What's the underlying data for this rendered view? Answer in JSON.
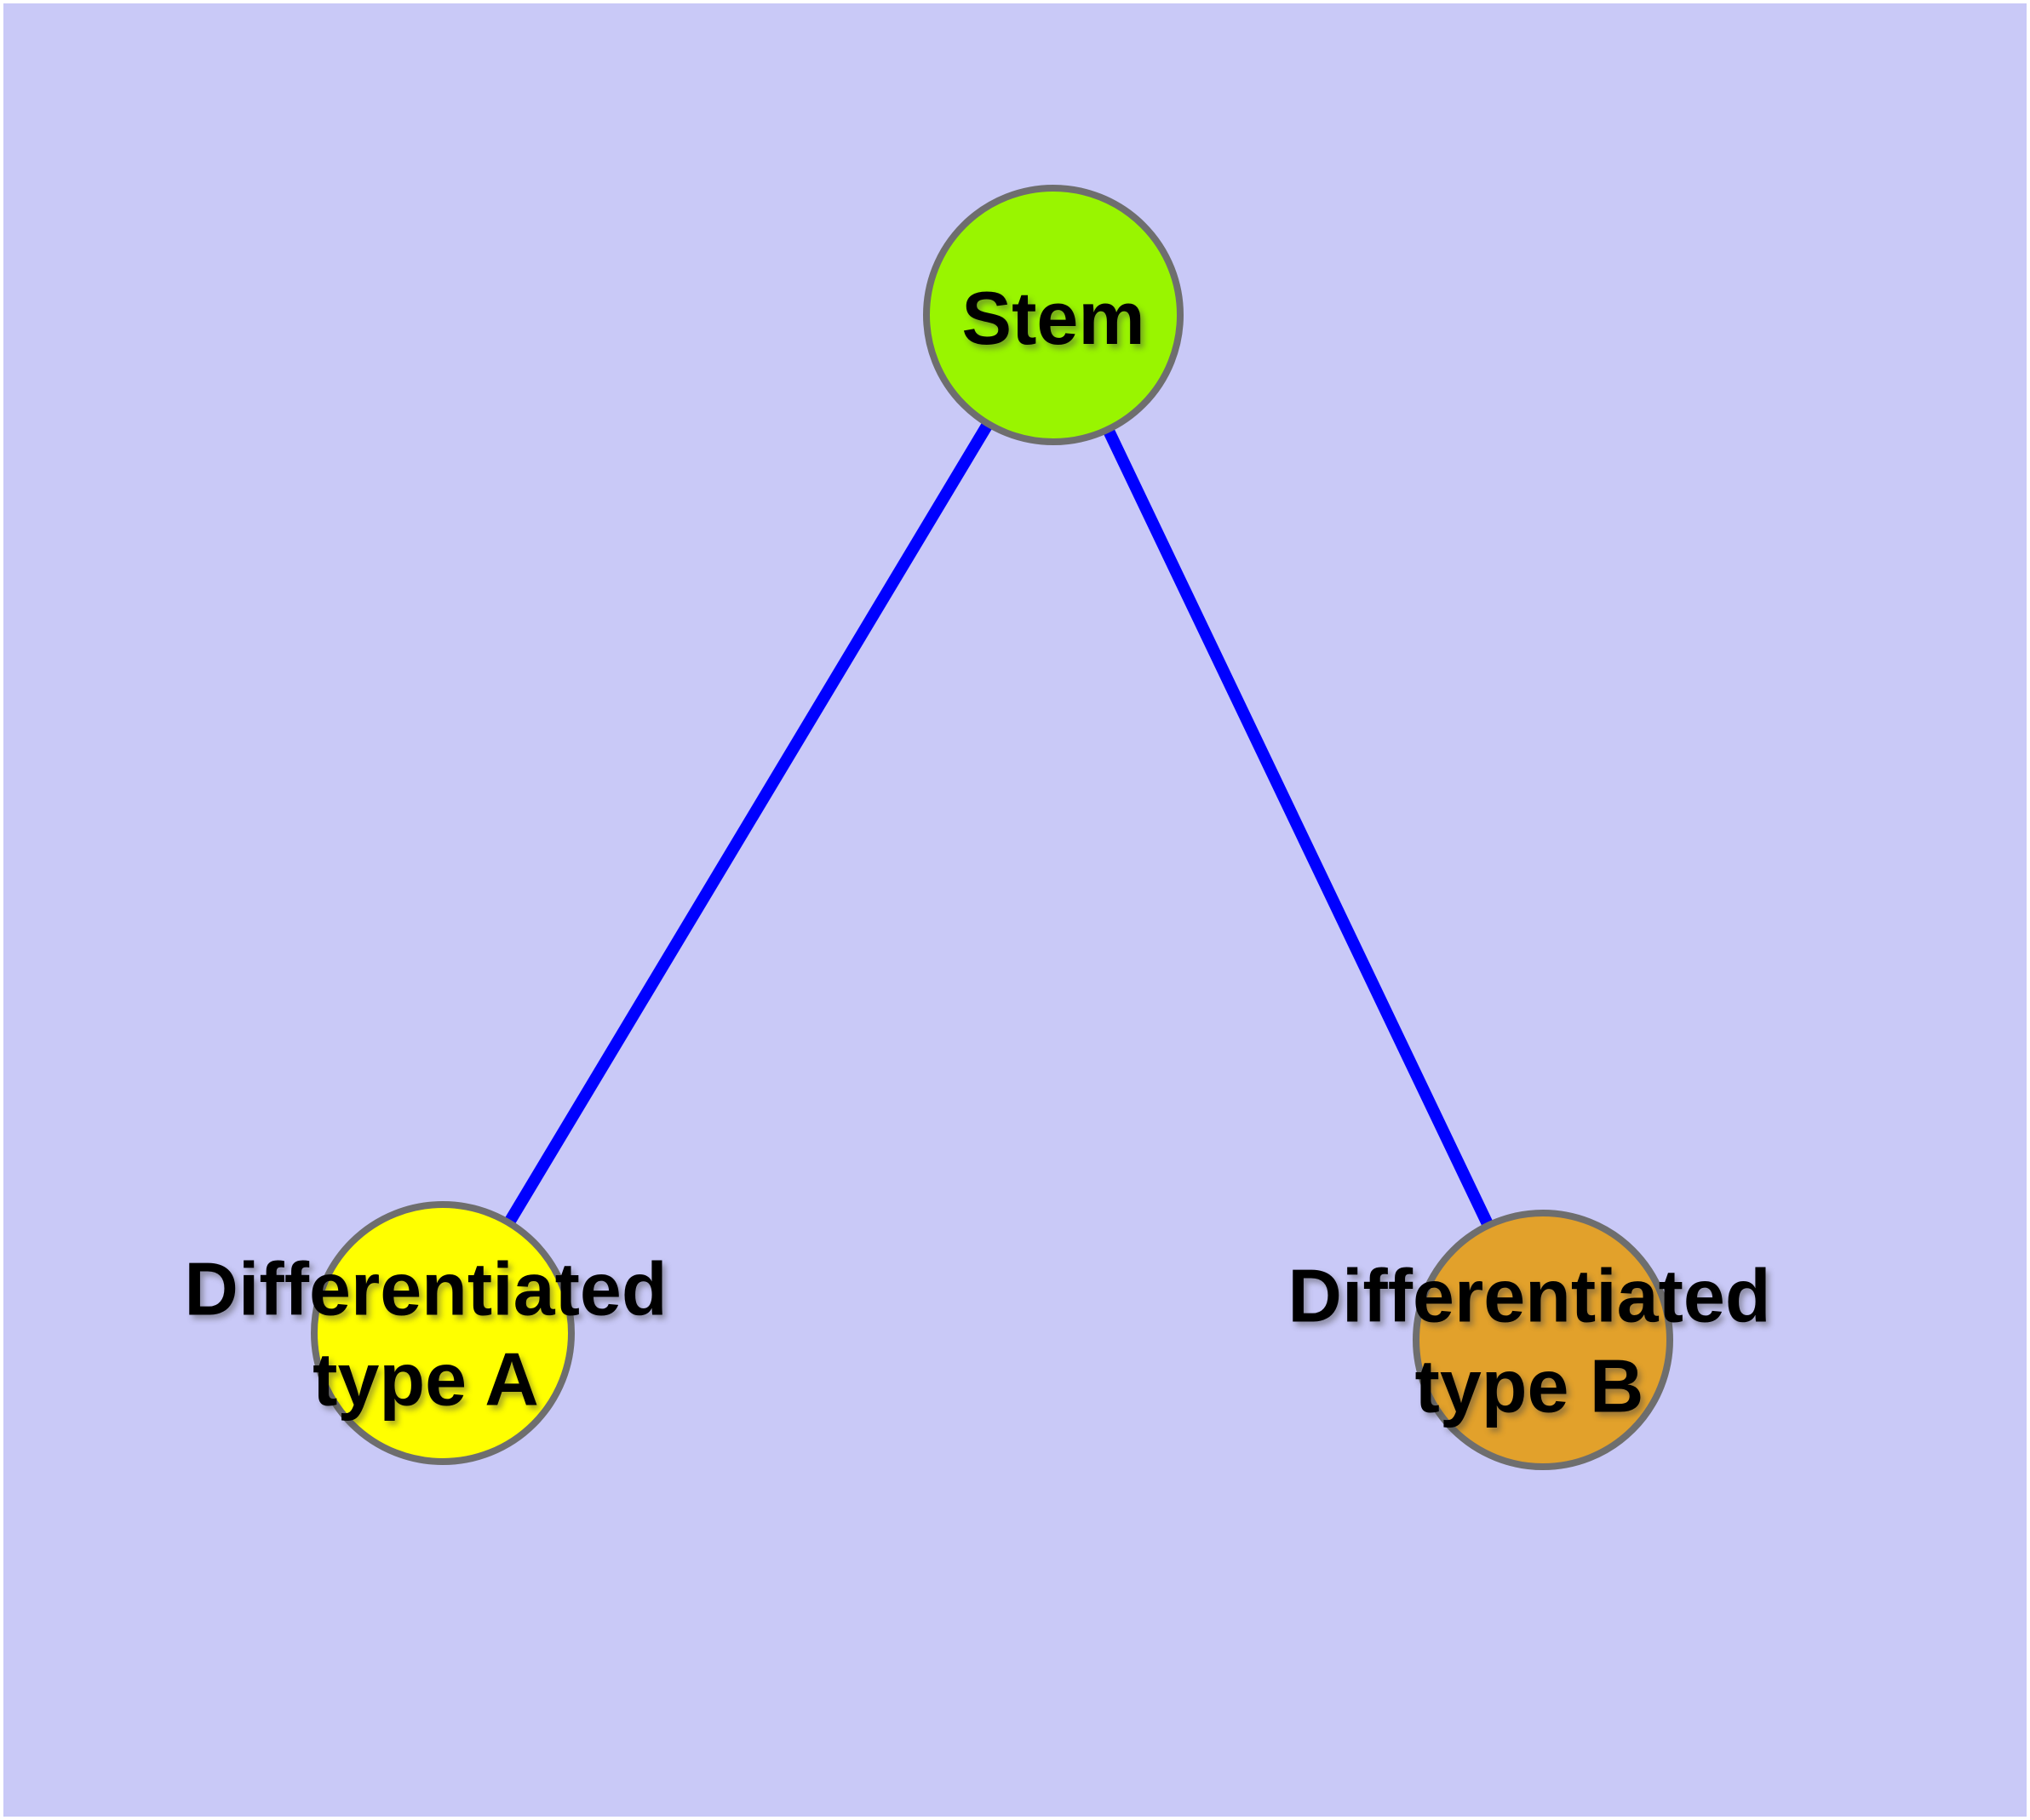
{
  "diagram": {
    "background_color": "#C9C9F7",
    "frame_color": "#FFFFFF",
    "edge_color": "#0000FF",
    "node_border_color": "#6E6E6E",
    "nodes": [
      {
        "id": "stem",
        "label": "Stem",
        "fill": "#99F500"
      },
      {
        "id": "type-a",
        "label": "Differentiated\ntype A",
        "fill": "#FFFF00"
      },
      {
        "id": "type-b",
        "label": "Differentiated\ntype B",
        "fill": "#E2A12B"
      }
    ],
    "edges": [
      {
        "from": "stem",
        "to": "type-a"
      },
      {
        "from": "stem",
        "to": "type-b"
      }
    ]
  }
}
